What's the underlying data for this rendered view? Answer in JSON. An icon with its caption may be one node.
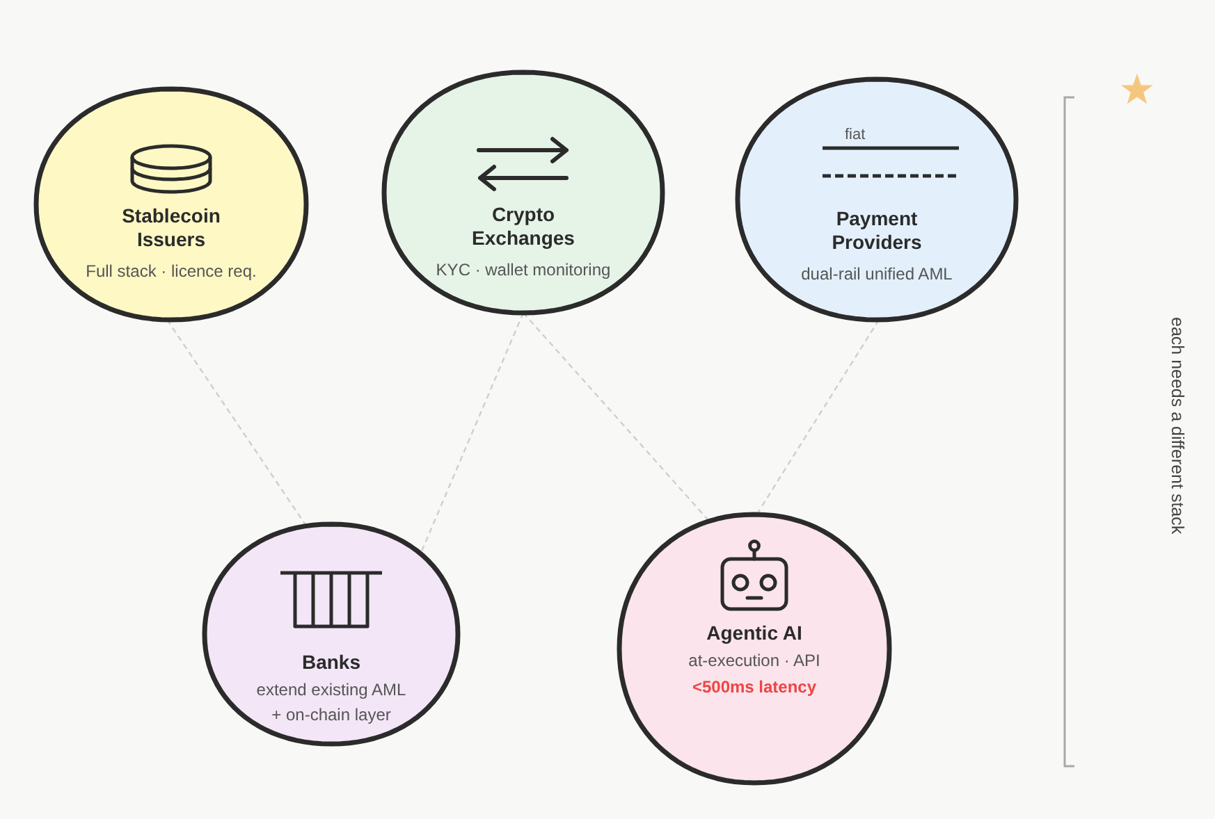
{
  "diagram": {
    "nodes": [
      {
        "text": [
          "Stablecoin Issuers",
          "Full stack · licence req."
        ]
      },
      {
        "text": [
          "Crypto Exchanges",
          "KYC · wallet monitoring"
        ]
      },
      {
        "text": [
          "fiat",
          "Payment Providers",
          "dual-rail unified AML"
        ]
      },
      {
        "text": [
          "Banks",
          "extend existing AML + on-chain layer"
        ]
      },
      {
        "text": [
          "Agentic AI",
          "at-execution · API",
          "<500ms latency"
        ]
      }
    ],
    "edges": [
      {
        "from": 0,
        "to": 3,
        "arrow": "none",
        "style": "dashed"
      },
      {
        "from": 1,
        "to": 3,
        "arrow": "none",
        "style": "dashed"
      },
      {
        "from": 1,
        "to": 4,
        "arrow": "none",
        "style": "dashed"
      },
      {
        "from": 2,
        "to": 4,
        "arrow": "none",
        "style": "dashed"
      }
    ],
    "labels": [
      "each needs a different stack"
    ]
  }
}
